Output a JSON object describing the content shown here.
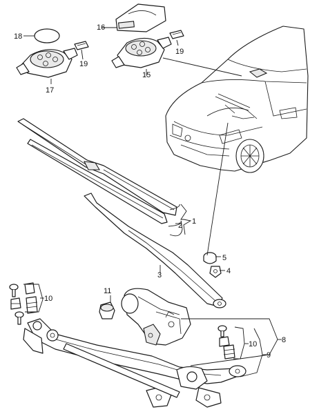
{
  "callouts": {
    "c1": "1",
    "c2": "2",
    "c3": "3",
    "c4": "4",
    "c5": "5",
    "c8": "8",
    "c9": "9",
    "c10a": "10",
    "c10b": "10",
    "c11": "11",
    "c15": "15",
    "c16": "16",
    "c17": "17",
    "c18": "18",
    "c19a": "19",
    "c19b": "19"
  },
  "colors": {
    "line": "#1a1a1a",
    "background": "#ffffff",
    "shade": "#e9e9e9"
  }
}
